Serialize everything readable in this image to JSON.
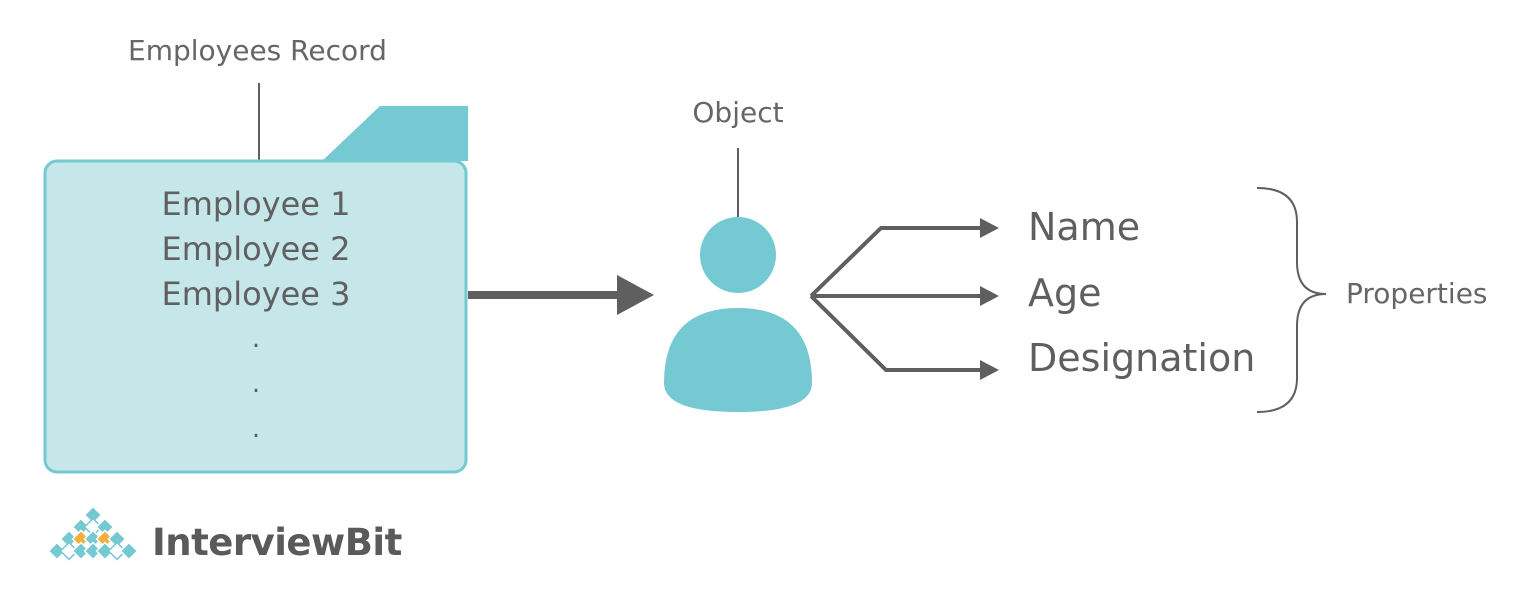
{
  "folder": {
    "label": "Employees Record",
    "items": [
      "Employee 1",
      "Employee 2",
      "Employee 3"
    ],
    "ellipsis": [
      ".",
      ".",
      "."
    ]
  },
  "object": {
    "label": "Object"
  },
  "properties": {
    "items": [
      "Name",
      "Age",
      "Designation"
    ],
    "group_label": "Properties"
  },
  "brand": {
    "name": "InterviewBit"
  },
  "colors": {
    "teal": "#74C9D2",
    "folder_fill": "#C5E7EA",
    "line": "#5F5F5F",
    "brand_orange": "#F4AE3D"
  }
}
